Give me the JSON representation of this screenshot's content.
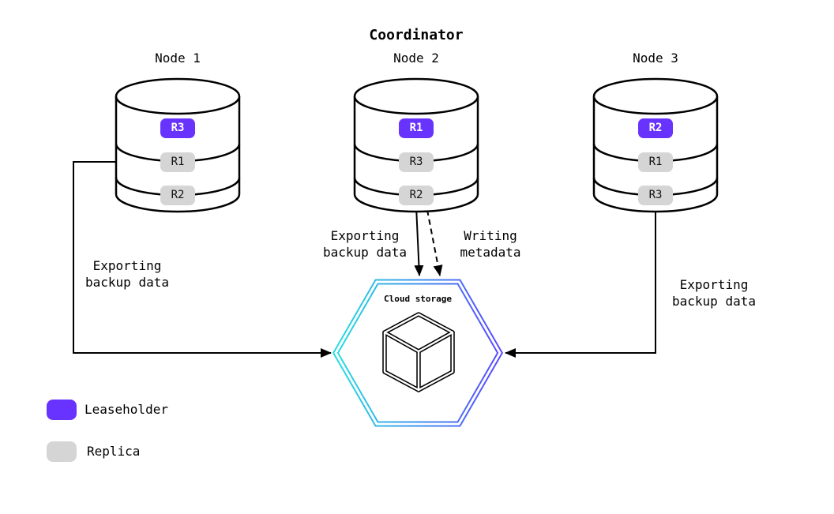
{
  "title": "Coordinator",
  "nodes": [
    {
      "label": "Node 1",
      "replicas": [
        {
          "id": "R3",
          "role": "leaseholder"
        },
        {
          "id": "R1",
          "role": "replica"
        },
        {
          "id": "R2",
          "role": "replica"
        }
      ]
    },
    {
      "label": "Node 2",
      "replicas": [
        {
          "id": "R1",
          "role": "leaseholder"
        },
        {
          "id": "R3",
          "role": "replica"
        },
        {
          "id": "R2",
          "role": "replica"
        }
      ]
    },
    {
      "label": "Node 3",
      "replicas": [
        {
          "id": "R2",
          "role": "leaseholder"
        },
        {
          "id": "R1",
          "role": "replica"
        },
        {
          "id": "R3",
          "role": "replica"
        }
      ]
    }
  ],
  "edges": {
    "node1_export_label": "Exporting\nbackup data",
    "node2_export_label": "Exporting\nbackup data",
    "node2_metadata_label": "Writing\nmetadata",
    "node3_export_label": "Exporting\nbackup data",
    "node2_metadata_style": "dashed",
    "export_style": "solid"
  },
  "cloud_storage": {
    "label": "Cloud storage",
    "icon": "cube-icon",
    "shape": "hexagon"
  },
  "legend": [
    {
      "label": "Leaseholder",
      "color": "#6933ff"
    },
    {
      "label": "Replica",
      "color": "#d5d5d5"
    }
  ],
  "colors": {
    "leaseholder": "#6933ff",
    "replica": "#d5d5d5",
    "hexagon_gradient_start": "#27dede",
    "hexagon_gradient_end": "#5948ff",
    "line": "#000000",
    "background": "#ffffff"
  }
}
